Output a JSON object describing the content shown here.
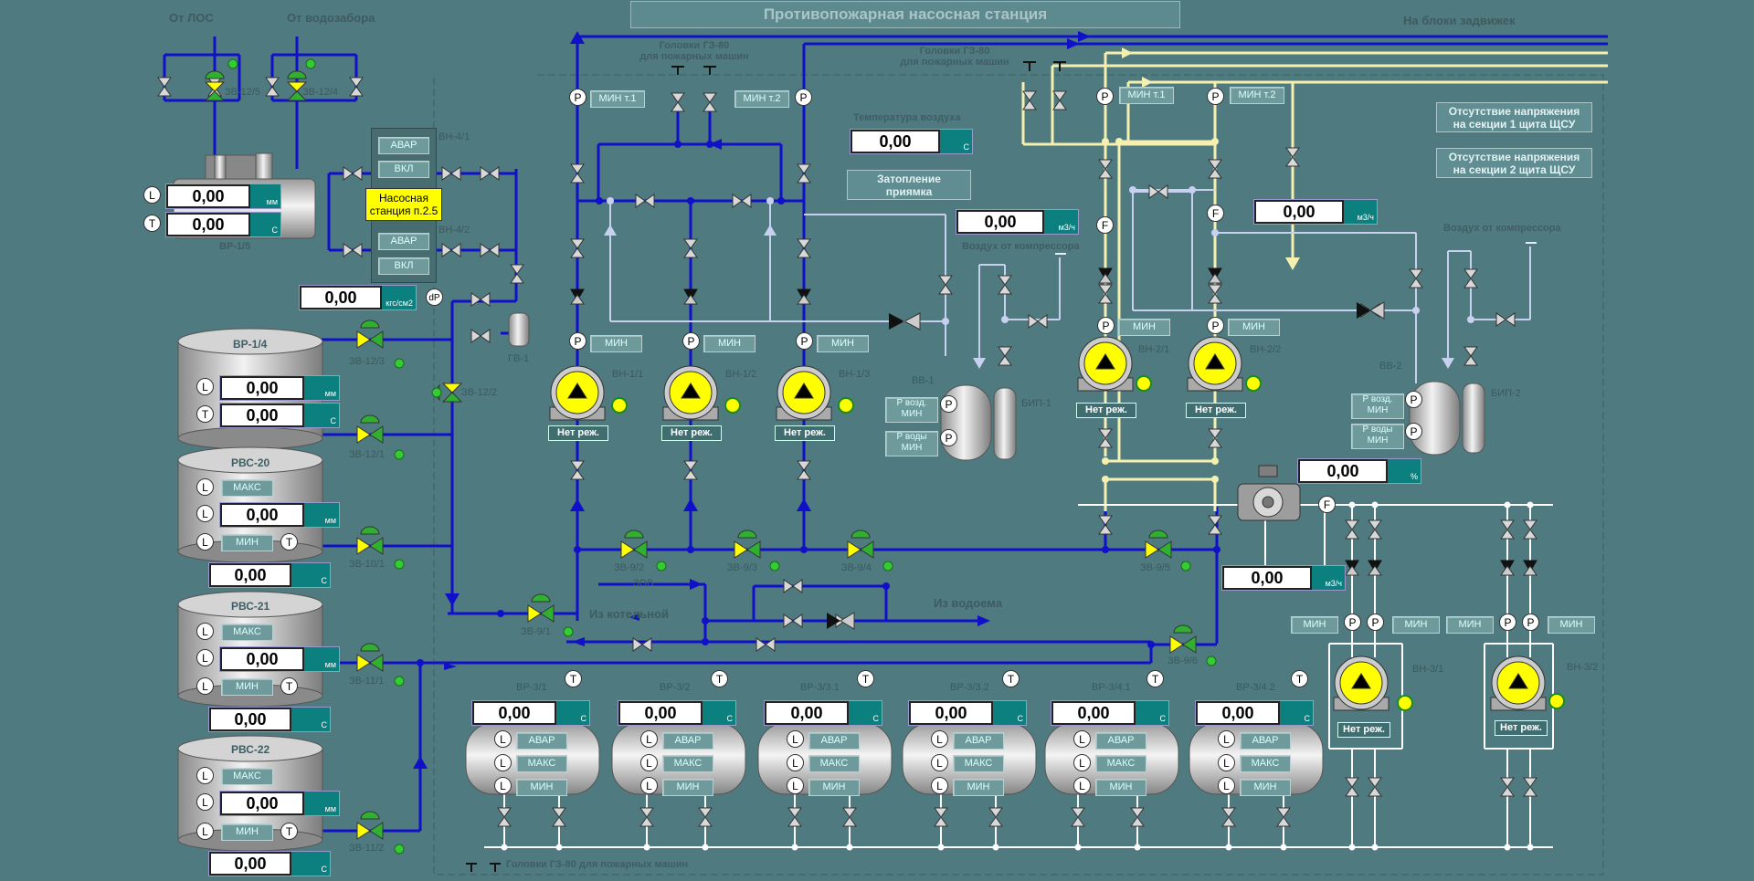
{
  "title": "Противопожарная насосная станция",
  "labels": {
    "from_los": "От ЛОС",
    "from_intake": "От водозабора",
    "to_valve_blocks": "На блоки задвижек",
    "heads_top_left": "Головки ГЗ-80\nдля пожарных машин",
    "heads_top_right": "Головки ГЗ-80\nдля пожарных машин",
    "heads_bottom": "Головки ГЗ-80 для пожарных машин",
    "air_temp": "Температура воздуха",
    "compressor_air_1": "Воздух от компрессора",
    "compressor_air_2": "Воздух от компрессора",
    "from_boiler": "Из котельной",
    "from_pond": "Из водоема",
    "zov": "ЗОВ",
    "pump_station_note": "Насосная\nстанция п.2.5"
  },
  "alarms": {
    "no_voltage_1": "Отсутствие напряжения\nна секции 1 щита ЩСУ",
    "no_voltage_2": "Отсутствие напряжения\nна секции 2 щита ЩСУ",
    "pit_flooding": "Затопление\nприямка"
  },
  "tanks": [
    {
      "name": "ВР-1/4",
      "level": "0,00",
      "level_unit": "мм",
      "temp": "0,00",
      "temp_unit": "С"
    },
    {
      "name": "РВС-20",
      "max": "МАКС",
      "level": "0,00",
      "level_unit": "мм",
      "min": "МИН",
      "temp": "0,00",
      "temp_unit": "С"
    },
    {
      "name": "РВС-21",
      "max": "МАКС",
      "level": "0,00",
      "level_unit": "мм",
      "min": "МИН",
      "temp": "0,00",
      "temp_unit": "С"
    },
    {
      "name": "РВС-22",
      "max": "МАКС",
      "level": "0,00",
      "level_unit": "мм",
      "min": "МИН",
      "temp": "0,00",
      "temp_unit": "С"
    }
  ],
  "vr15": {
    "name": "ВР-1/5",
    "level": "0,00",
    "level_unit": "мм",
    "temp": "0,00",
    "temp_unit": "С"
  },
  "pressure_main": {
    "value": "0,00",
    "unit": "кгс/см2",
    "sensor": "dP"
  },
  "bh4": [
    {
      "name": "ВН-4/1",
      "alarm": "АВАР",
      "on": "ВКЛ"
    },
    {
      "name": "ВН-4/2",
      "alarm": "АВАР",
      "on": "ВКЛ"
    }
  ],
  "valves": {
    "zv_12_5": "ЗВ-12/5",
    "zv_12_4": "ЗВ-12/4",
    "zv_12_3": "ЗВ-12/3",
    "zv_12_2": "ЗВ-12/2",
    "zv_12_1": "ЗВ-12/1",
    "zv_10_1": "ЗВ-10/1",
    "zv_11_1": "ЗВ-11/1",
    "zv_11_2": "ЗВ-11/2",
    "zv_9_1": "ЗВ-9/1",
    "zv_9_2": "ЗВ-9/2",
    "zv_9_3": "ЗВ-9/3",
    "zv_9_4": "ЗВ-9/4",
    "zv_9_5": "ЗВ-9/5",
    "zv_9_6": "ЗВ-9/6",
    "gv_1": "ГВ-1"
  },
  "pumps_main": [
    {
      "name": "ВН-1/1",
      "mode": "Нет реж.",
      "p": "МИН"
    },
    {
      "name": "ВН-1/2",
      "mode": "Нет реж.",
      "p": "МИН"
    },
    {
      "name": "ВН-1/3",
      "mode": "Нет реж.",
      "p": "МИН"
    }
  ],
  "pumps_bn2": [
    {
      "name": "ВН-2/1",
      "mode": "Нет реж.",
      "p": "МИН"
    },
    {
      "name": "ВН-2/2",
      "mode": "Нет реж.",
      "p": "МИН"
    }
  ],
  "pumps_bn3": [
    {
      "name": "ВН-3/1",
      "mode": "Нет реж.",
      "p1": "МИН",
      "p2": "МИН"
    },
    {
      "name": "ВН-3/2",
      "mode": "Нет реж.",
      "p1": "МИН",
      "p2": "МИН"
    }
  ],
  "top_p": [
    "МИН т.1",
    "МИН т.2",
    "МИН т.1",
    "МИН т.2"
  ],
  "air_temp_val": {
    "value": "0,00",
    "unit": "С"
  },
  "flow1": {
    "value": "0,00",
    "unit": "м3/ч"
  },
  "flow2": {
    "value": "0,00",
    "unit": "м3/ч"
  },
  "flow3": {
    "value": "0,00",
    "unit": "м3/ч"
  },
  "valve_pct": {
    "value": "0,00",
    "unit": "%"
  },
  "vessels": [
    {
      "name": "ВВ-1",
      "p_air": "Р возд.\nМИН",
      "p_water": "Р воды\nМИН",
      "bip": "БИП-1"
    },
    {
      "name": "ВВ-2",
      "p_air": "Р возд.\nМИН",
      "p_water": "Р воды\nМИН",
      "bip": "БИП-2"
    }
  ],
  "receivers": [
    {
      "name": "ВР-3/1",
      "temp": "0,00",
      "unit": "С",
      "alarm": "АВАР",
      "max": "МАКС",
      "min": "МИН"
    },
    {
      "name": "ВР-3/2",
      "temp": "0,00",
      "unit": "С",
      "alarm": "АВАР",
      "max": "МАКС",
      "min": "МИН"
    },
    {
      "name": "ВР-3/3.1",
      "temp": "0,00",
      "unit": "С",
      "alarm": "АВАР",
      "max": "МАКС",
      "min": "МИН"
    },
    {
      "name": "ВР-3/3.2",
      "temp": "0,00",
      "unit": "С",
      "alarm": "АВАР",
      "max": "МАКС",
      "min": "МИН"
    },
    {
      "name": "ВР-3/4.1",
      "temp": "0,00",
      "unit": "С",
      "alarm": "АВАР",
      "max": "МАКС",
      "min": "МИН"
    },
    {
      "name": "ВР-3/4.2",
      "temp": "0,00",
      "unit": "С",
      "alarm": "АВАР",
      "max": "МАКС",
      "min": "МИН"
    }
  ],
  "sensor_letters": {
    "L": "L",
    "T": "T",
    "P": "P",
    "F": "F"
  },
  "colors": {
    "background": "#4f7a7f",
    "blue_pipe": "#1010c8",
    "cream_pipe": "#f5f0b0",
    "air_pipe": "#c8d0f0",
    "white_pipe": "#ffffff",
    "pump_yellow": "#ffff00",
    "value_teal": "#0c7f7f"
  }
}
